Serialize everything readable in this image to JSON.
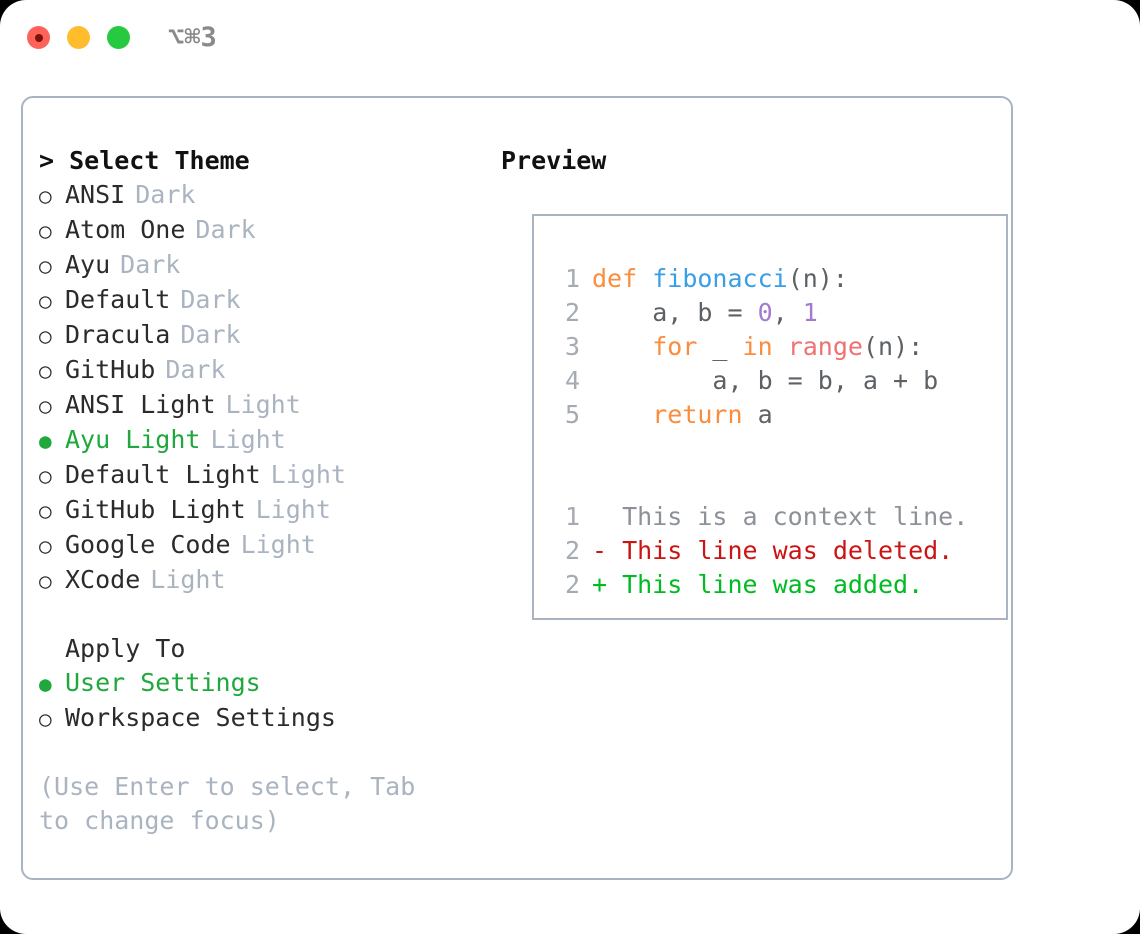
{
  "window": {
    "shortcut": "⌥⌘3",
    "traffic_lights": [
      "close-red",
      "minimize-yellow",
      "maximize-green"
    ],
    "colors": {
      "red": "#ff6259",
      "yellow": "#ffbd2e",
      "green": "#26c940",
      "border": "#a9b4c2",
      "accent_green": "#1fa83c",
      "muted": "#aab4c1"
    }
  },
  "theme_list": {
    "title": "> Select Theme",
    "items": [
      {
        "marker": "○",
        "label": "ANSI",
        "tag": "Dark",
        "selected": false
      },
      {
        "marker": "○",
        "label": "Atom One",
        "tag": "Dark",
        "selected": false
      },
      {
        "marker": "○",
        "label": "Ayu",
        "tag": "Dark",
        "selected": false
      },
      {
        "marker": "○",
        "label": "Default",
        "tag": "Dark",
        "selected": false
      },
      {
        "marker": "○",
        "label": "Dracula",
        "tag": "Dark",
        "selected": false
      },
      {
        "marker": "○",
        "label": "GitHub",
        "tag": "Dark",
        "selected": false
      },
      {
        "marker": "○",
        "label": "ANSI Light",
        "tag": "Light",
        "selected": false
      },
      {
        "marker": "●",
        "label": "Ayu Light",
        "tag": "Light",
        "selected": true
      },
      {
        "marker": "○",
        "label": "Default Light",
        "tag": "Light",
        "selected": false
      },
      {
        "marker": "○",
        "label": "GitHub Light",
        "tag": "Light",
        "selected": false
      },
      {
        "marker": "○",
        "label": "Google Code",
        "tag": "Light",
        "selected": false
      },
      {
        "marker": "○",
        "label": "XCode",
        "tag": "Light",
        "selected": false
      }
    ]
  },
  "apply_to": {
    "title": "Apply To",
    "items": [
      {
        "marker": "●",
        "label": "User Settings",
        "selected": true
      },
      {
        "marker": "○",
        "label": "Workspace Settings",
        "selected": false
      }
    ]
  },
  "hint": "(Use Enter to select, Tab to change focus)",
  "preview": {
    "title": "Preview",
    "code_lines": [
      {
        "lineno": "1",
        "tokens": [
          {
            "text": "def ",
            "type": "kw"
          },
          {
            "text": "fibonacci",
            "type": "fn"
          },
          {
            "text": "(n):",
            "type": "txt"
          }
        ]
      },
      {
        "lineno": "2",
        "tokens": [
          {
            "text": "    a, b = ",
            "type": "txt"
          },
          {
            "text": "0",
            "type": "num"
          },
          {
            "text": ", ",
            "type": "txt"
          },
          {
            "text": "1",
            "type": "num"
          }
        ]
      },
      {
        "lineno": "3",
        "tokens": [
          {
            "text": "    ",
            "type": "txt"
          },
          {
            "text": "for",
            "type": "kw"
          },
          {
            "text": " _ ",
            "type": "txt"
          },
          {
            "text": "in",
            "type": "kw"
          },
          {
            "text": " ",
            "type": "txt"
          },
          {
            "text": "range",
            "type": "call"
          },
          {
            "text": "(n):",
            "type": "txt"
          }
        ]
      },
      {
        "lineno": "4",
        "tokens": [
          {
            "text": "        a, b = b, a + b",
            "type": "txt"
          }
        ]
      },
      {
        "lineno": "5",
        "tokens": [
          {
            "text": "    ",
            "type": "txt"
          },
          {
            "text": "return",
            "type": "kw"
          },
          {
            "text": " a",
            "type": "txt"
          }
        ]
      }
    ],
    "diff_lines": [
      {
        "lineno": "1",
        "text": "  This is a context line.",
        "type": "ctx"
      },
      {
        "lineno": "2",
        "text": "- This line was deleted.",
        "type": "del"
      },
      {
        "lineno": "2",
        "text": "+ This line was added.",
        "type": "add"
      }
    ],
    "syntax_colors": {
      "keyword": "#fa8d3e",
      "function": "#399ee6",
      "call": "#f07171",
      "number": "#a37acc",
      "text": "#5c6166",
      "lineno": "#a6aab3",
      "diff_context": "#8d9198",
      "diff_deleted": "#cc1414",
      "diff_added": "#00bb22"
    }
  }
}
